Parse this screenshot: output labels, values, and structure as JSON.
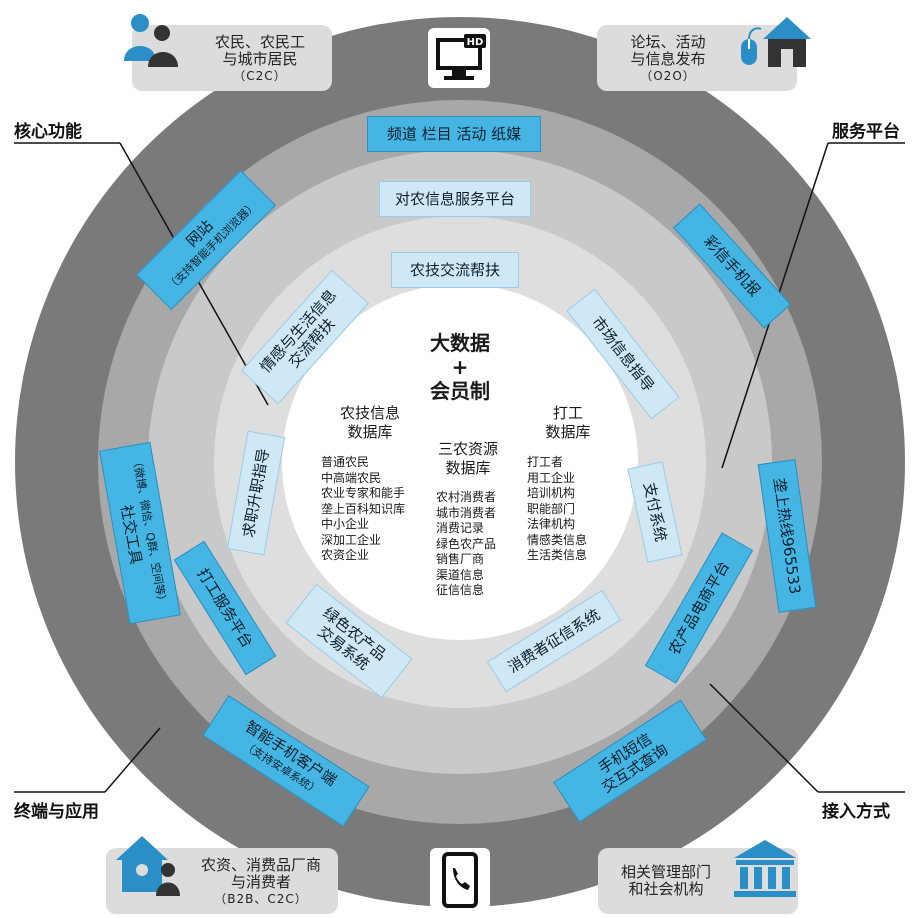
{
  "corners": {
    "top_left": {
      "line1": "农民、农民工",
      "line2": "与城市居民",
      "line3": "（C2C）"
    },
    "top_right": {
      "line1": "论坛、活动",
      "line2": "与信息发布",
      "line3": "（O2O）"
    },
    "bottom_left": {
      "line1": "农资、消费品厂商",
      "line2": "与消费者",
      "line3": "（B2B、C2C）"
    },
    "bottom_right": {
      "line1": "相关管理部门",
      "line2": "和社会机构"
    }
  },
  "labels": {
    "core_functions": "核心功能",
    "service_platform": "服务平台",
    "terminals": "终端与应用",
    "access": "接入方式"
  },
  "outer_ring": {
    "website": "网站",
    "website_sub": "（支持智能手机浏览器）",
    "mms": "彩信手机报",
    "social": "社交工具",
    "social_sub": "（微博、微信、Q群、空间等）",
    "hotline": "垄上热线965533",
    "smartphone": "智能手机客户端",
    "smartphone_sub": "（支持安卓系统）",
    "sms": "手机短信",
    "sms_2": "交互式查询"
  },
  "middle_ring": {
    "channels": "频道  栏目  活动  纸媒",
    "platform": "对农信息服务平台",
    "work_platform": "打工服务平台",
    "ecommerce": "农产品电商平台"
  },
  "inner_ring": {
    "tech_exchange": "农技交流帮扶",
    "market": "市场信息指导",
    "emotion_1": "情感与生活信息",
    "emotion_2": "交流帮扶",
    "job": "求职升职指导",
    "payment": "支付系统",
    "green_1": "绿色农产品",
    "green_2": "交易系统",
    "credit": "消费者征信系统"
  },
  "core": {
    "title_1": "大数据",
    "plus": "+",
    "title_2": "会员制",
    "db_left_title_1": "农技信息",
    "db_left_title_2": "数据库",
    "db_left_items": [
      "普通农民",
      "中高端农民",
      "农业专家和能手",
      "垄上百科知识库",
      "中小企业",
      "深加工企业",
      "农资企业"
    ],
    "db_mid_title_1": "三农资源",
    "db_mid_title_2": "数据库",
    "db_mid_items": [
      "农村消费者",
      "城市消费者",
      "消费记录",
      "绿色农产品",
      "销售厂商",
      "渠道信息",
      "征信信息"
    ],
    "db_right_title_1": "打工",
    "db_right_title_2": "数据库",
    "db_right_items": [
      "打工者",
      "用工企业",
      "培训机构",
      "职能部门",
      "法律机构",
      "情感类信息",
      "生活类信息"
    ]
  },
  "icons": [
    "people-icon",
    "monitor-hd-icon",
    "mouse-home-icon",
    "home-person-icon",
    "phone-icon",
    "bank-icon"
  ],
  "colors": {
    "outer_ring": "#7a7a7a",
    "ring_2": "#a8a8a8",
    "ring_3": "#c9c9c9",
    "ring_4": "#dedede",
    "core": "#ffffff",
    "dark_box": "#45b6e3",
    "light_box": "#cfe8f6",
    "icon_blue": "#2a8fc7"
  }
}
